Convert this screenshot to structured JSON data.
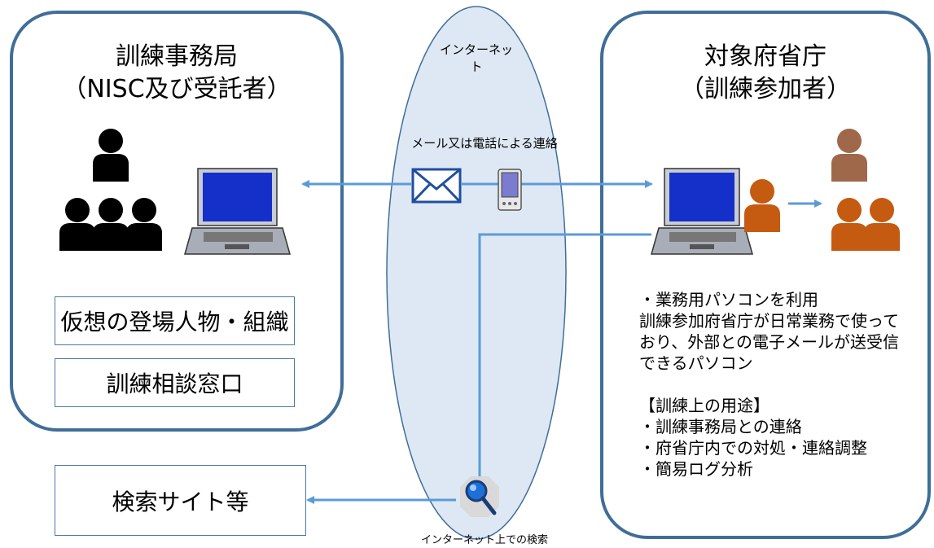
{
  "left_panel": {
    "title_line1": "訓練事務局",
    "title_line2": "（NISC及び受託者）",
    "box1": "仮想の登場人物・組織",
    "box2": "訓練相談窓口"
  },
  "right_panel": {
    "title_line1": "対象府省庁",
    "title_line2": "（訓練参加者）",
    "pc_description": "・業務用パソコンを利用\n訓練参加府省庁が日常業務で使って\nおり、外部との電子メールが送受信\nできるパソコン",
    "usage_heading": "【訓練上の用途】",
    "usage_items": "・訓練事務局との連絡\n・府省庁内での対処・連絡調整\n・簡易ログ分析"
  },
  "internet": {
    "label": "インターネット",
    "contact_label": "メール又は電話による連絡",
    "search_label": "インターネット上での検索"
  },
  "search_box": "検索サイト等",
  "colors": {
    "panel_border": "#3f6e98",
    "ellipse_fill": "#dde8f4",
    "arrow": "#5b9bd5",
    "person_black": "#000000",
    "person_orange": "#c55a11",
    "person_brown": "#a0684a"
  }
}
